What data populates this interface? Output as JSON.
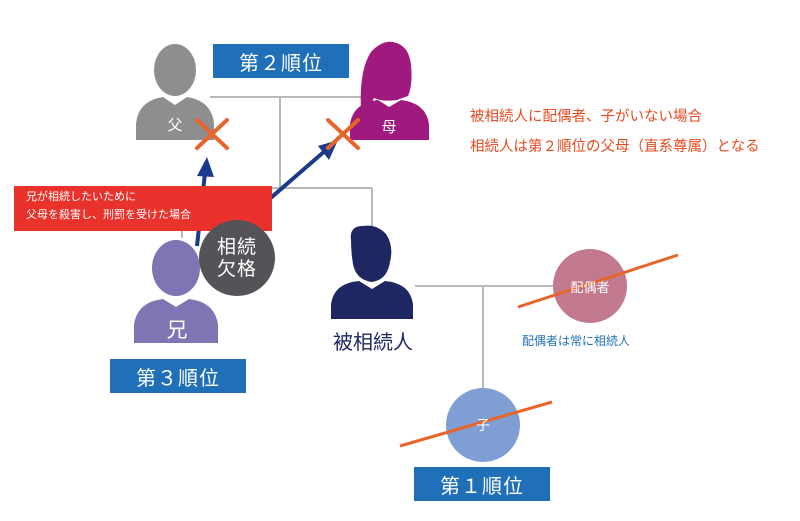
{
  "people": {
    "father": "父",
    "mother": "母",
    "brother": "兄",
    "decedent": "被相続人",
    "spouse": "配偶者",
    "child": "子"
  },
  "ranks": {
    "rank2": "第２順位",
    "rank3": "第３順位",
    "rank1": "第１順位"
  },
  "notes": {
    "line1": "被相続人に配偶者、子がいない場合",
    "line2": "相続人は第２順位の父母（直系尊属）となる",
    "spouse_note": "配偶者は常に相続人"
  },
  "disqualification": {
    "reason_line1": "兄が相続したいために",
    "reason_line2": "父母を殺害し、刑罰を受けた場合",
    "badge_line1": "相続",
    "badge_line2": "欠格"
  },
  "colors": {
    "father": "#8e8e8e",
    "mother": "#a0197f",
    "brother": "#7e76b3",
    "decedent": "#1f2762",
    "spouse": "#c3798d",
    "child": "#7f9ed4",
    "rank_box": "#1f70b8",
    "cross": "#e8642b",
    "arrow": "#1a3a8a",
    "note_text": "#e8491d",
    "red_box": "#e8322b",
    "badge": "#555358"
  }
}
